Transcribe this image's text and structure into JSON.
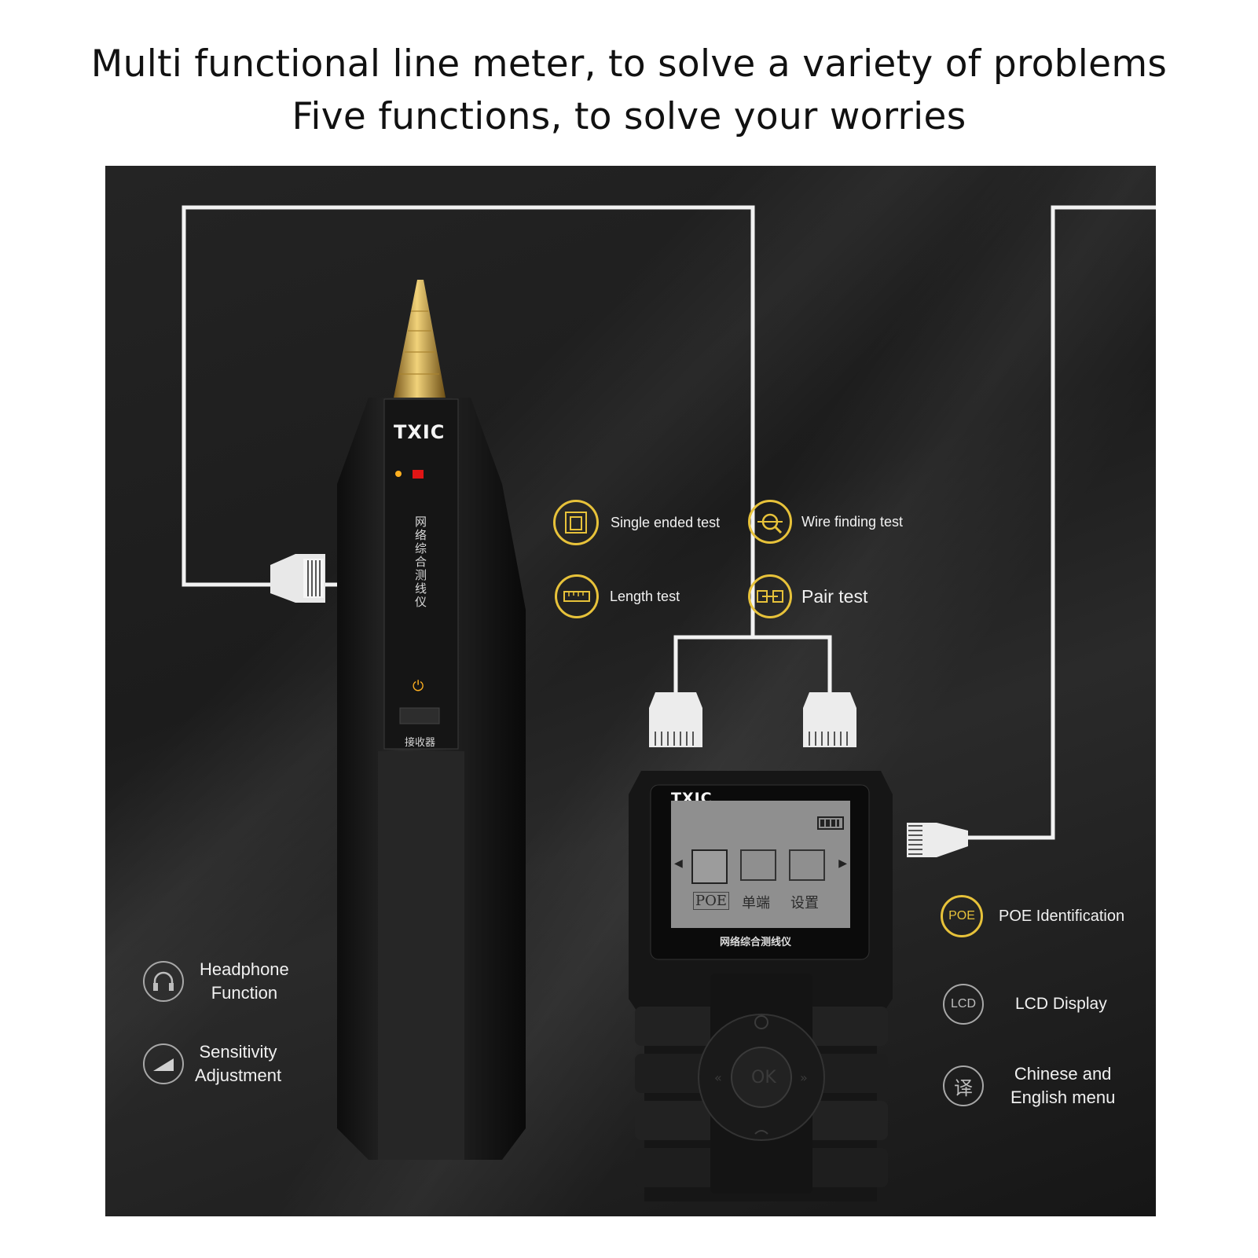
{
  "headline": {
    "line1": "Multi functional line meter, to solve a variety of problems",
    "line2": "Five functions, to solve your worries"
  },
  "features_top": [
    {
      "label": "Single ended test",
      "icon": "rj45-port-icon"
    },
    {
      "label": "Wire finding test",
      "icon": "magnifier-target-icon"
    },
    {
      "label": "Length test",
      "icon": "ruler-icon"
    },
    {
      "label": "Pair test",
      "icon": "pair-link-icon"
    }
  ],
  "features_left": [
    {
      "label_line1": "Headphone",
      "label_line2": "Function",
      "icon": "headphone-icon"
    },
    {
      "label_line1": "Sensitivity",
      "label_line2": "Adjustment",
      "icon": "sensitivity-icon"
    }
  ],
  "features_right": [
    {
      "label": "POE Identification",
      "icon_text": "POE"
    },
    {
      "label": "LCD Display",
      "icon_text": "LCD"
    },
    {
      "label_line1": "Chinese and",
      "label_line2": "English menu",
      "icon_text": "译"
    }
  ],
  "tracer": {
    "brand": "TXIC",
    "model_text": "网络综合测线仪",
    "receiver_label": "接收器"
  },
  "tester": {
    "brand": "TXIC",
    "screen_items": [
      "POE",
      "单端",
      "设置"
    ],
    "bottom_label": "网络综合测线仪",
    "ok_label": "OK"
  },
  "colors": {
    "gold": "#e7c23a",
    "panel_bg": "#1e1e1e",
    "wire": "#f2f2f2"
  }
}
